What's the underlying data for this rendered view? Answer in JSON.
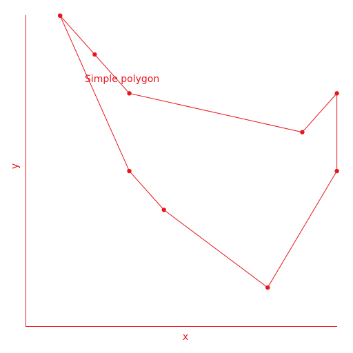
{
  "chart_data": {
    "type": "line",
    "title": "",
    "xlabel": "x",
    "ylabel": "y",
    "xlim": [
      0,
      9
    ],
    "ylim": [
      0,
      8
    ],
    "grid": false,
    "legend": "none",
    "color": "#e8151b",
    "annotation": "Simple polygon",
    "closed": true,
    "series": [
      {
        "x": [
          1,
          2,
          3,
          8,
          9,
          9,
          7,
          4,
          3,
          1
        ],
        "y": [
          8,
          7,
          6,
          5,
          6,
          4,
          1,
          3,
          4,
          8
        ]
      }
    ]
  }
}
